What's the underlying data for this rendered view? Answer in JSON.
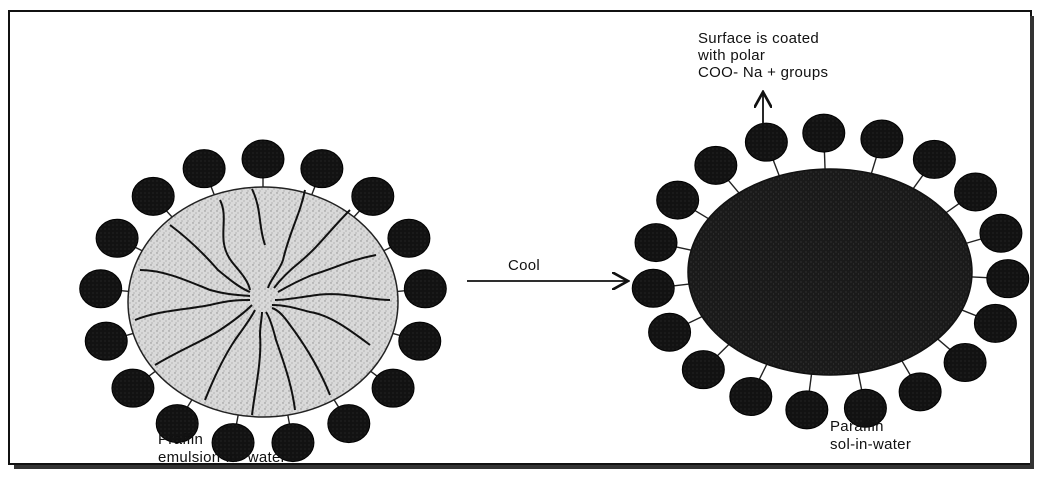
{
  "left_particle": {
    "label_line1": "Praffin",
    "label_line2": "emulsion-in- water",
    "core_color": "#d2d2d2",
    "head_color": "#111111"
  },
  "right_particle": {
    "label_line1": "Paraffin",
    "label_line2": "sol-in-water",
    "core_color": "#1a1a1a",
    "head_color": "#111111"
  },
  "transition": {
    "label": "Cool",
    "icon": "right-arrow-icon"
  },
  "annotation": {
    "line1": "Surface is coated",
    "line2": "with polar",
    "line3": "COO- Na + groups",
    "icon": "up-arrow-icon"
  }
}
